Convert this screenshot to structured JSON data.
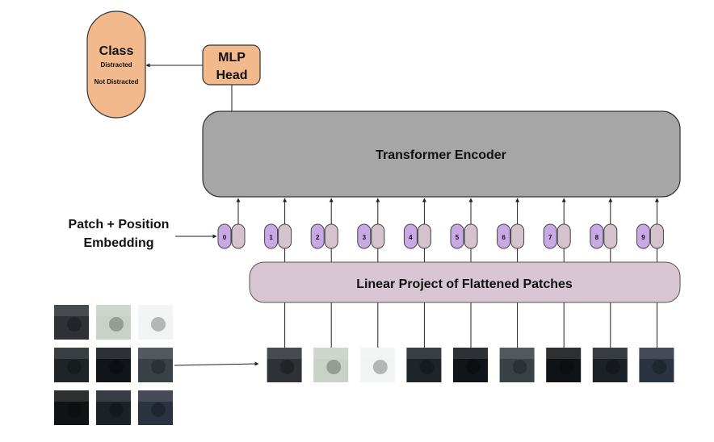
{
  "class_box": {
    "title": "Class",
    "options": [
      "Distracted",
      "Not Distracted"
    ],
    "fill": "#f2b98d"
  },
  "mlp_head": {
    "line1": "MLP",
    "line2": "Head",
    "fill": "#f2b98d"
  },
  "transformer": {
    "label": "Transformer Encoder",
    "fill": "#a6a6a6"
  },
  "embedding_label": {
    "line1": "Patch + Position",
    "line2": "Embedding"
  },
  "tokens": [
    "0",
    "1",
    "2",
    "3",
    "4",
    "5",
    "6",
    "7",
    "8",
    "9"
  ],
  "token_colors": {
    "position": "#c9a8e6",
    "patch": "#d4c3cd"
  },
  "linear_projection": {
    "label": "Linear Project of Flattened Patches",
    "fill": "#d8c6d2"
  },
  "patch_tones": [
    "#2e3136",
    "#c8d2c6",
    "#f2f4f4",
    "#1e2428",
    "#111418",
    "#3a4248",
    "#101315",
    "#1c2128",
    "#2b3340"
  ]
}
